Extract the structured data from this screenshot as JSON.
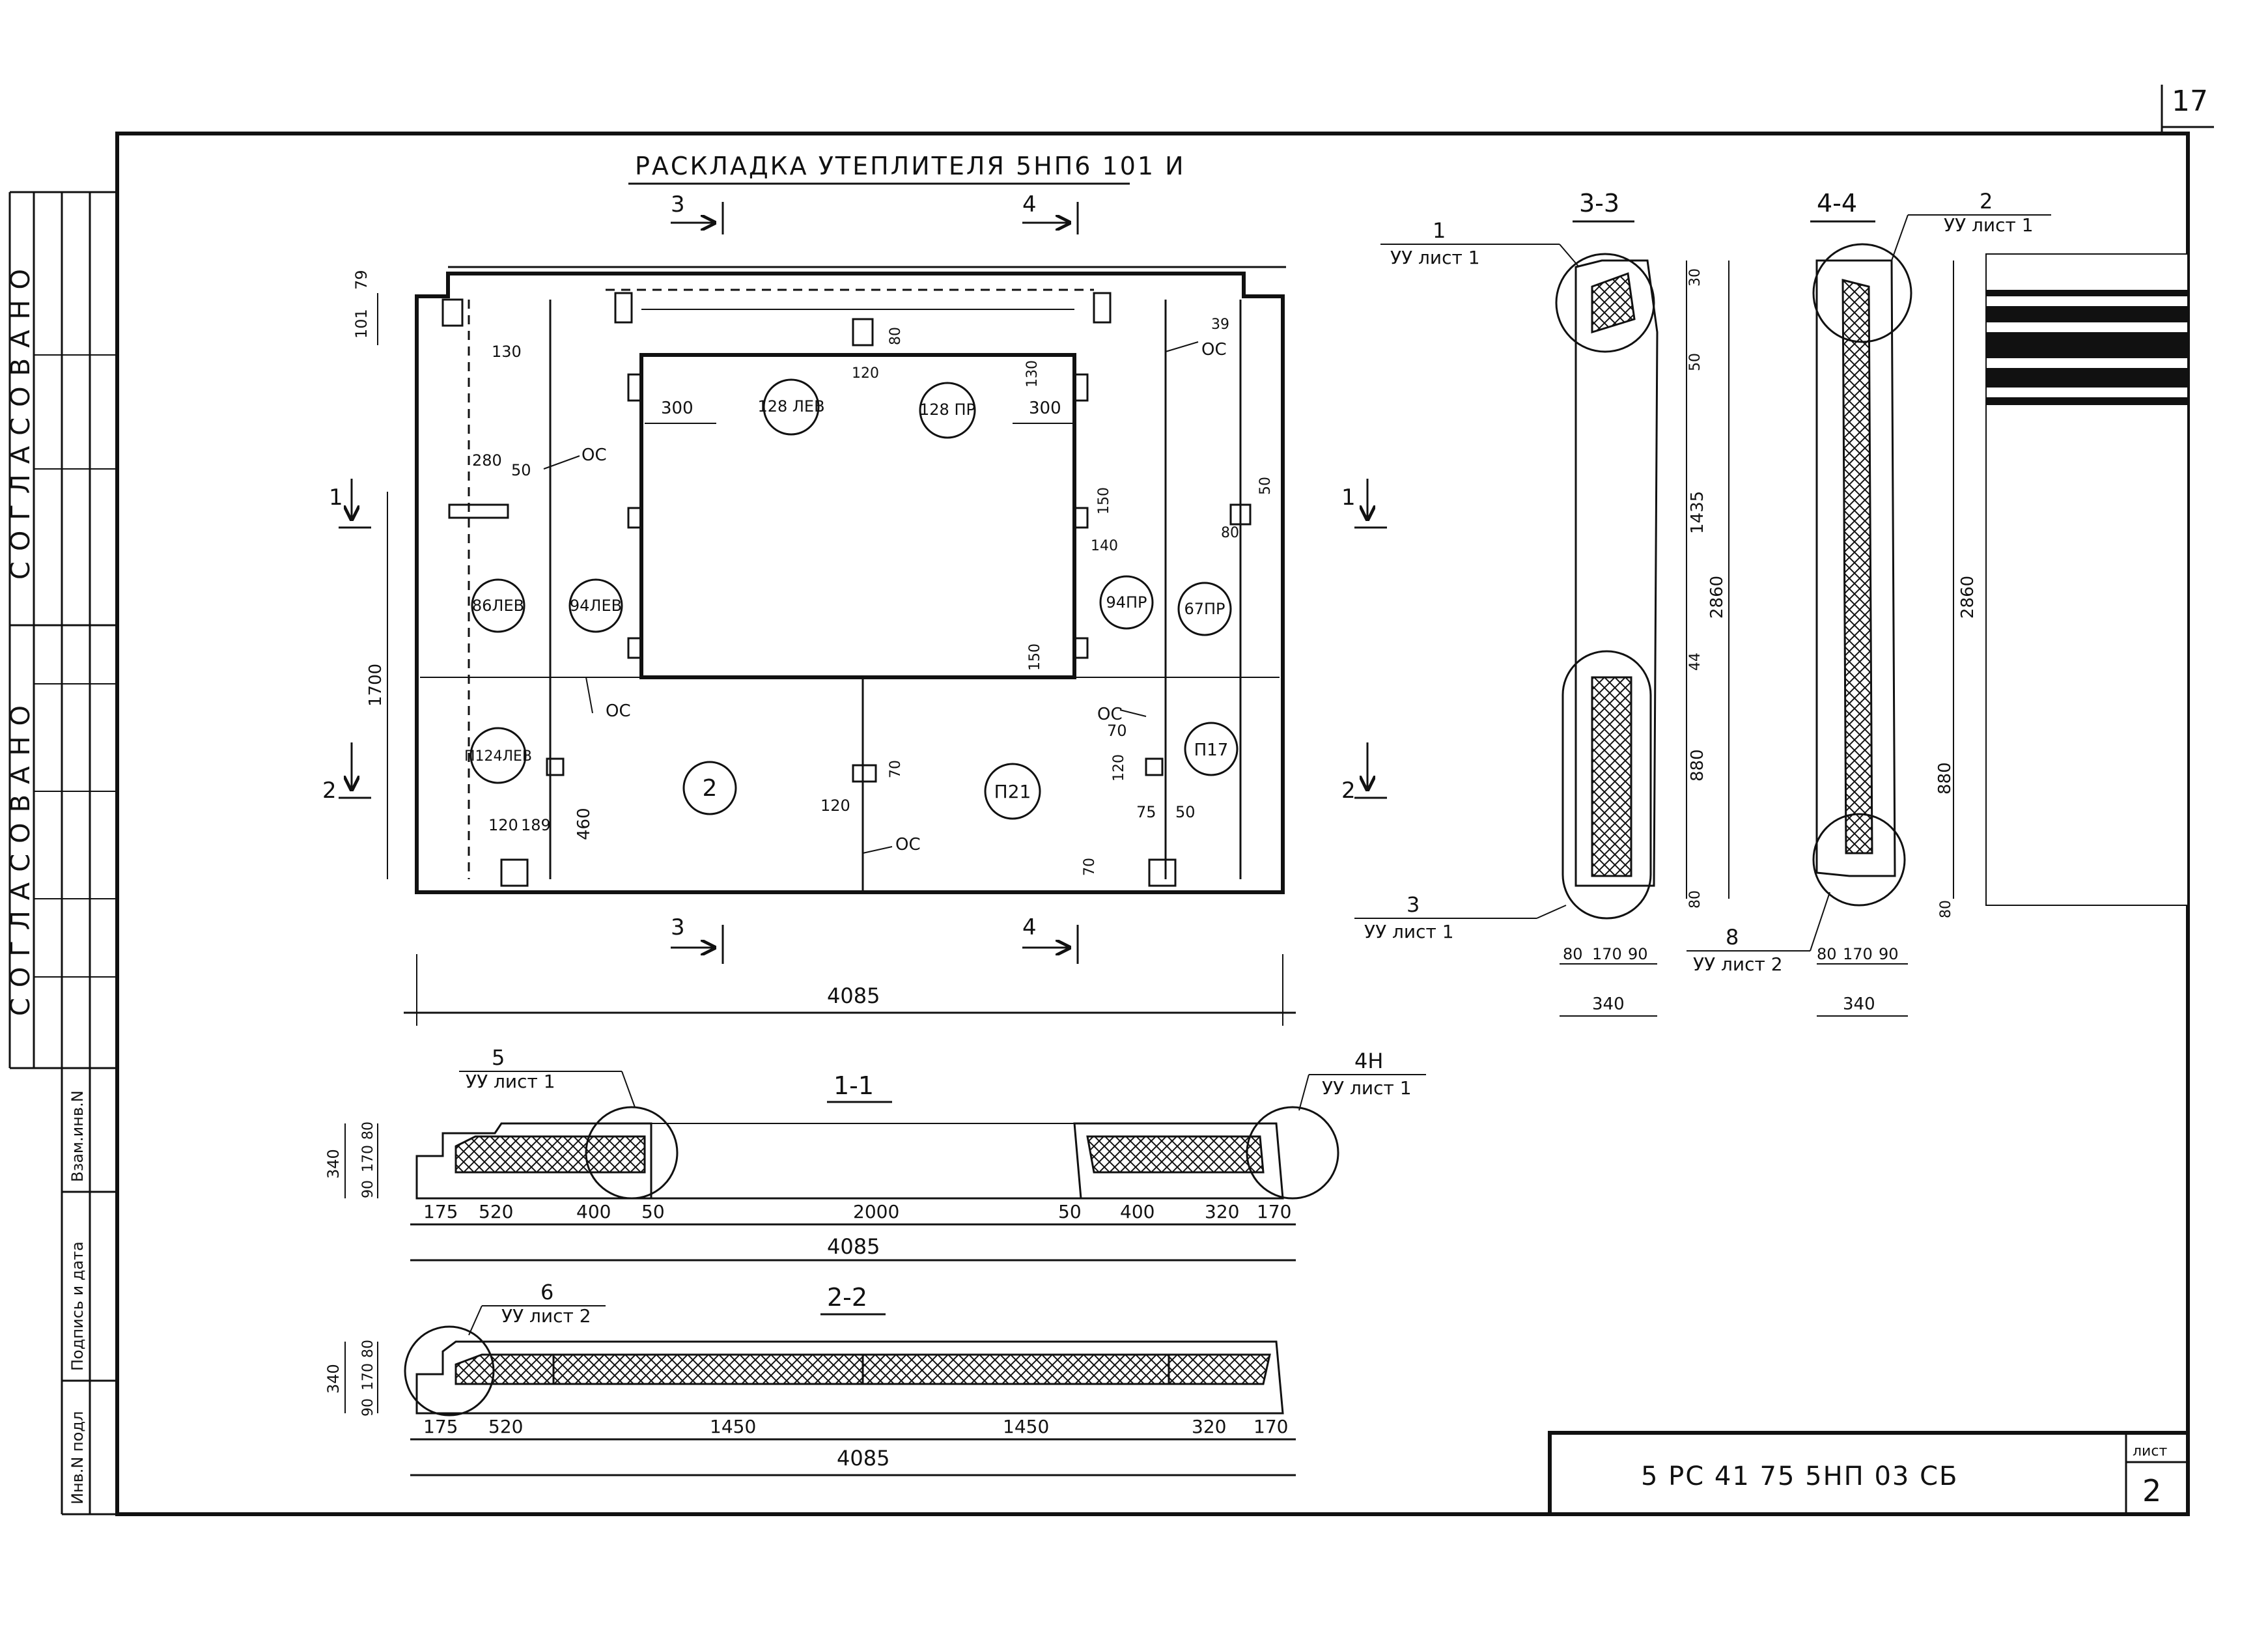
{
  "sheet_number_corner": "17",
  "title": "РАСКЛАДКА УТЕПЛИТЕЛЯ 5НП6 101 И",
  "stamp": {
    "designation": "5 РС 41  75  5НП  03 СБ",
    "sheet_label": "лист",
    "sheet_value": "2"
  },
  "margin": {
    "approved_top": "СОГЛАСОВАНО",
    "approved_bottom": "СОГЛАСОВАНО",
    "inv_orig": "Инв.N подл",
    "sign_date": "Подпись и дата",
    "inv_repl": "Взам.инв.N"
  },
  "plan": {
    "cut_marks": [
      "1",
      "2",
      "3",
      "4"
    ],
    "panels": [
      "128 ЛЕВ",
      "128 ПР",
      "86ЛЕВ",
      "94ЛЕВ",
      "94ПР",
      "67ПР",
      "П124ЛЕВ",
      "2",
      "П21",
      "П17"
    ],
    "os_label": "ОС",
    "dims": {
      "d101": "101",
      "d79": "79",
      "d130": "130",
      "d280": "280",
      "d50": "50",
      "d300a": "300",
      "d300b": "300",
      "d120": "120",
      "d80": "80",
      "d130b": "130",
      "d1700": "1700",
      "d460": "460",
      "d120b": "120",
      "d189": "189",
      "d120c": "120",
      "d70": "70",
      "d150": "150",
      "d150b": "150",
      "d140": "140",
      "d39": "39",
      "d50b": "50",
      "d80b": "80",
      "d70b": "70",
      "d120d": "120",
      "d75": "75",
      "d50c": "50",
      "d70c": "70",
      "overall": "4085"
    }
  },
  "section_1_1": {
    "label": "1-1",
    "callout_5": "5",
    "callout_5_ref": "УУ лист 1",
    "callout_4n": "4Н",
    "callout_4n_ref": "УУ лист 1",
    "vert_dims": [
      "340",
      "80",
      "170",
      "90"
    ],
    "dims": [
      "175",
      "520",
      "400",
      "50",
      "2000",
      "50",
      "400",
      "320",
      "170"
    ],
    "overall": "4085"
  },
  "section_2_2": {
    "label": "2-2",
    "callout_6": "6",
    "callout_6_ref": "УУ лист 2",
    "vert_dims": [
      "340",
      "80",
      "170",
      "90"
    ],
    "dims": [
      "175",
      "520",
      "1450",
      "1450",
      "320",
      "170"
    ],
    "overall": "4085"
  },
  "section_3_3": {
    "label": "3-3",
    "callout_1": "1",
    "callout_1_ref": "УУ лист 1",
    "callout_3": "3",
    "callout_3_ref": "УУ лист 1",
    "vert_dims": [
      "30",
      "50",
      "1435",
      "2860",
      "44",
      "880",
      "80"
    ],
    "bottom_dims": [
      "80",
      "170",
      "90"
    ],
    "bottom_total": "340"
  },
  "section_4_4": {
    "label": "4-4",
    "callout_2": "2",
    "callout_2_ref": "УУ лист 1",
    "callout_8": "8",
    "callout_8_ref": "УУ лист 2",
    "vert_dims": [
      "2860",
      "880",
      "80"
    ],
    "bottom_dims": [
      "80",
      "170",
      "90"
    ],
    "bottom_total": "340"
  }
}
